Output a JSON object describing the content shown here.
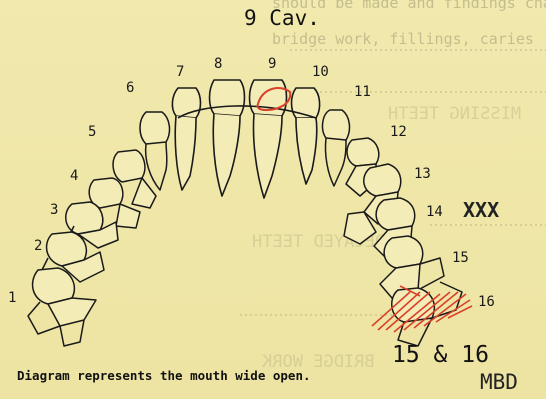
{
  "document": {
    "top_text_line1": "should be made and findings charted to",
    "top_text_line2": "bridge work, fillings, caries (cavities or",
    "section_missing": "MISSING TEETH",
    "section_decayed": "DECAYED TEETH",
    "section_bridge": "BRIDGE WORK",
    "title": "9 Cav.",
    "caption": "Diagram represents the mouth wide open.",
    "missing_note": "15 & 16",
    "initials": "MBD",
    "strike_mark": "XXX"
  },
  "tooth_labels": [
    "1",
    "2",
    "3",
    "4",
    "5",
    "6",
    "7",
    "8",
    "9",
    "10",
    "11",
    "12",
    "13",
    "14",
    "15",
    "16"
  ],
  "marks": {
    "cavity_tooth": "9",
    "hatched_tooth": "16",
    "mark_color": "#d9402a",
    "ink_color": "#1a1a1a"
  }
}
